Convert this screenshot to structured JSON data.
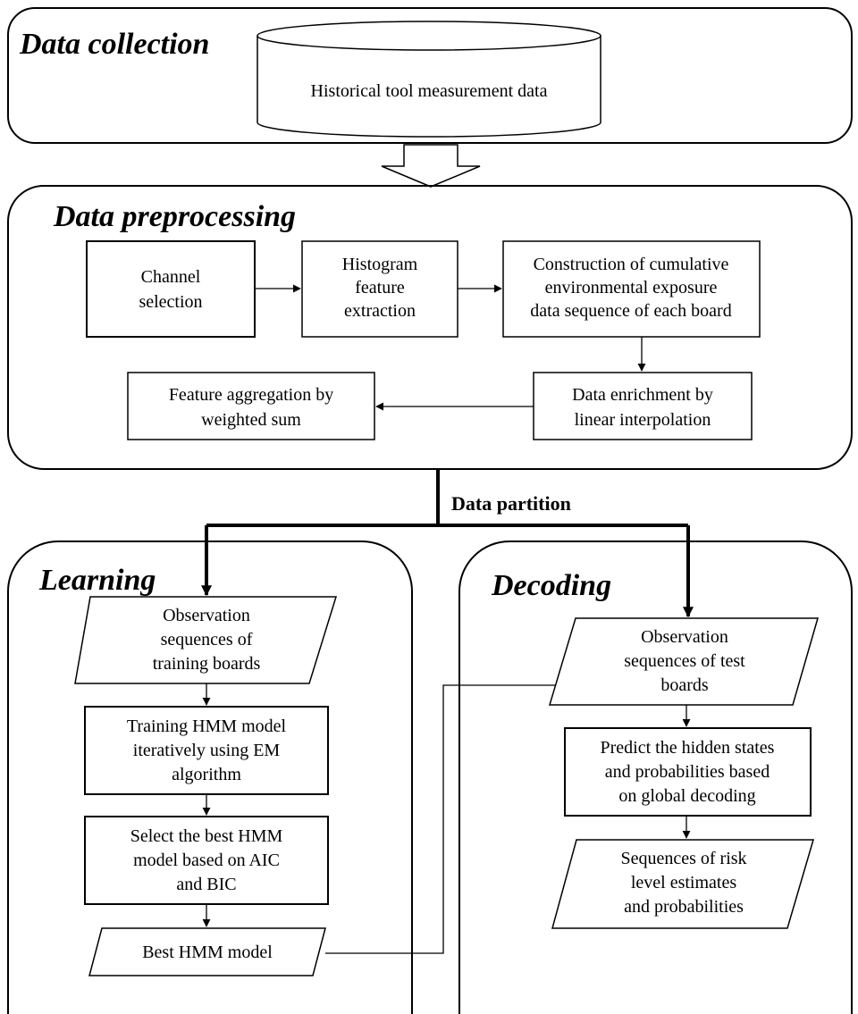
{
  "sections": {
    "collection": "Data collection",
    "preprocessing": "Data preprocessing",
    "learning": "Learning",
    "decoding": "Decoding"
  },
  "database": [
    "Historical tool measurement data"
  ],
  "preprocessing": {
    "channel_selection": [
      "Channel",
      "selection"
    ],
    "histogram": [
      "Histogram",
      "feature",
      "extraction"
    ],
    "construction": [
      "Construction of cumulative",
      "environmental exposure",
      "data sequence of each board"
    ],
    "enrichment": [
      "Data enrichment by",
      "linear interpolation"
    ],
    "aggregation": [
      "Feature aggregation by",
      "weighted sum"
    ]
  },
  "partition_label": "Data partition",
  "learning": {
    "observation": [
      "Observation",
      "sequences of",
      "training boards"
    ],
    "training": [
      "Training HMM model",
      "iteratively using EM",
      "algorithm"
    ],
    "select": [
      "Select the best HMM",
      "model based on AIC",
      "and BIC"
    ],
    "best": [
      "Best HMM model"
    ]
  },
  "decoding": {
    "observation": [
      "Observation",
      "sequences of test",
      "boards"
    ],
    "predict": [
      "Predict the hidden states",
      "and probabilities based",
      "on global decoding"
    ],
    "sequences": [
      "Sequences of risk",
      "level estimates",
      "and probabilities"
    ]
  }
}
